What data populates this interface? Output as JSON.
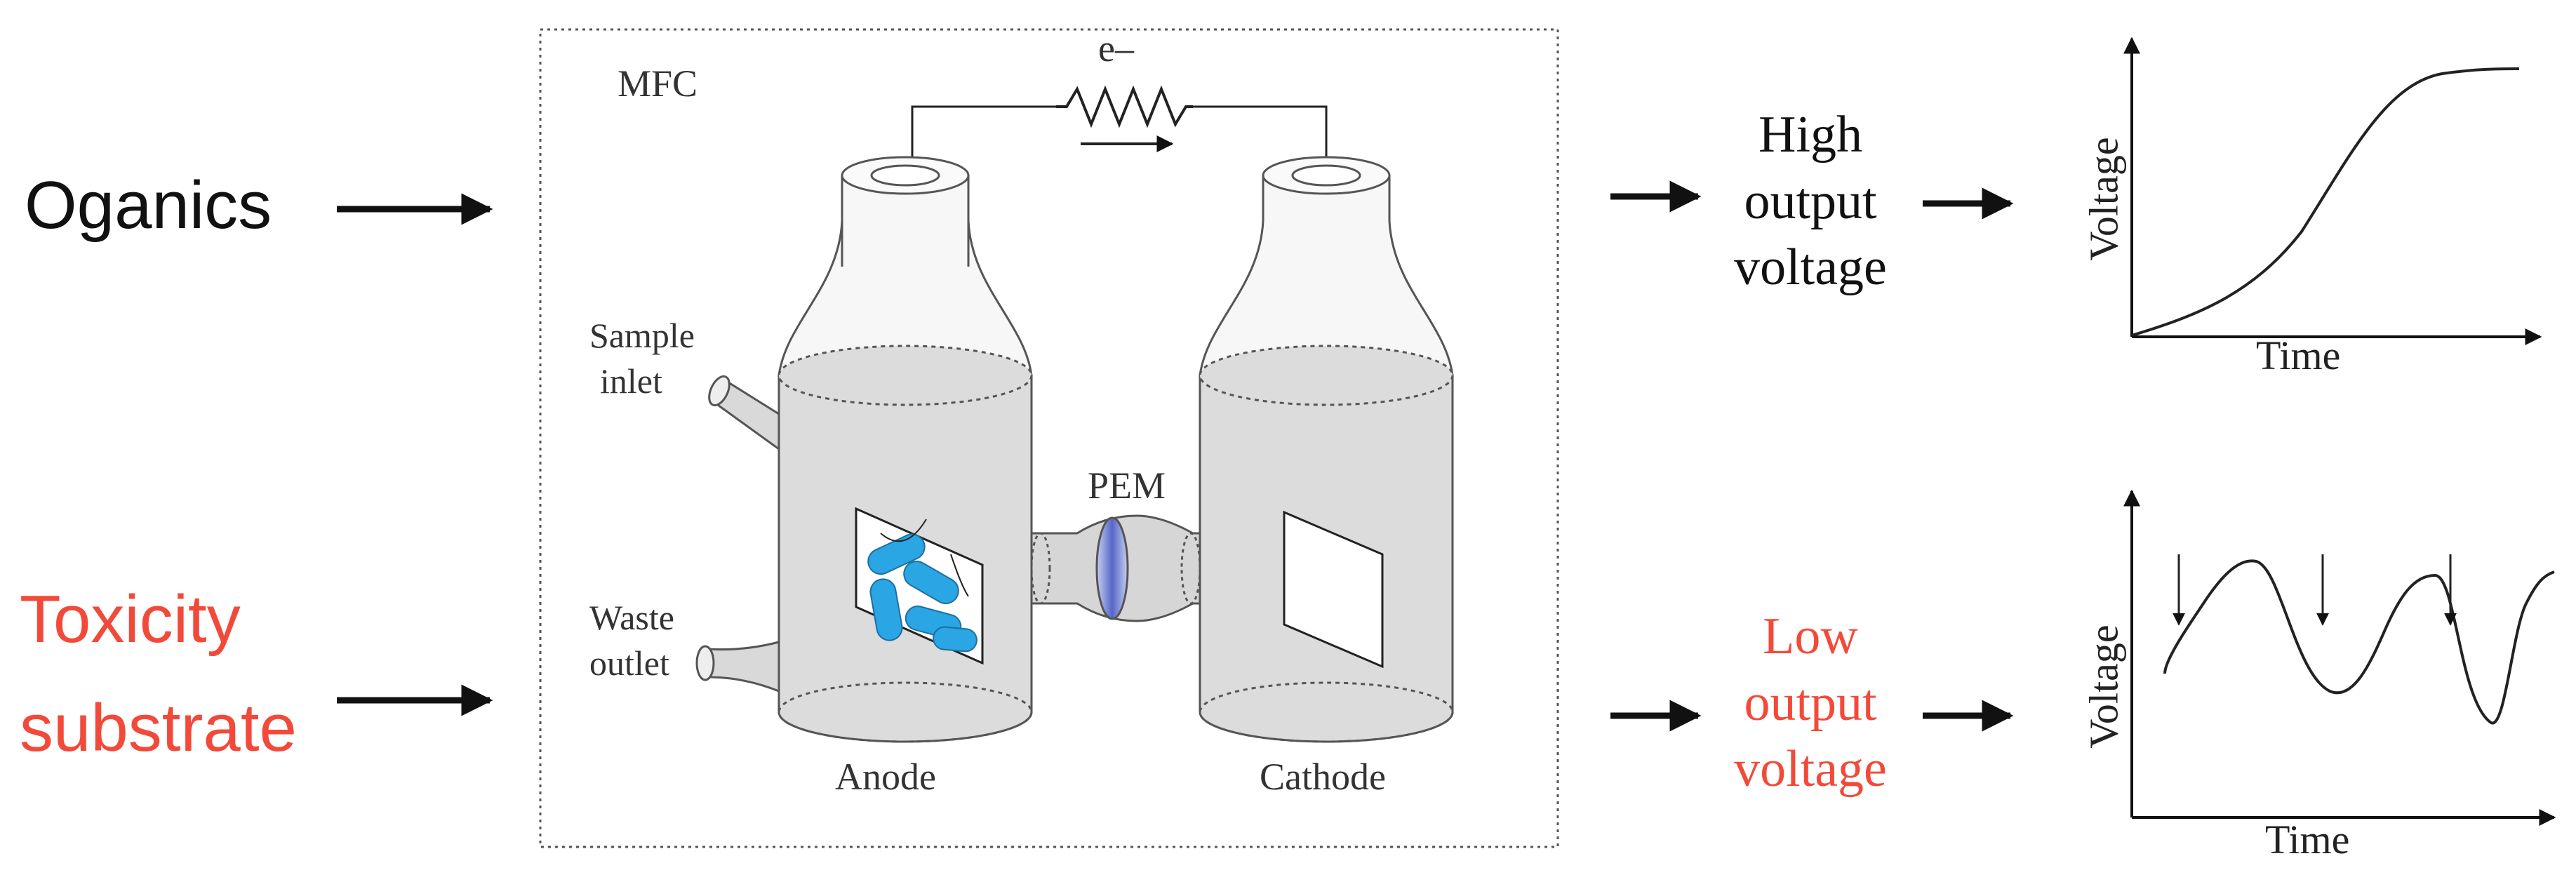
{
  "inputs": {
    "organics": "Oganics",
    "toxicity_line1": "Toxicity",
    "toxicity_line2": "substrate"
  },
  "mfc": {
    "title": "MFC",
    "electron": "e–",
    "sample_inlet_line1": "Sample",
    "sample_inlet_line2": "inlet",
    "waste_outlet_line1": "Waste",
    "waste_outlet_line2": "outlet",
    "pem": "PEM",
    "anode": "Anode",
    "cathode": "Cathode"
  },
  "outputs": {
    "high_line1": "High",
    "high_line2": "output",
    "high_line3": "voltage",
    "low_line1": "Low",
    "low_line2": "output",
    "low_line3": "voltage"
  },
  "graphs": {
    "ylabel": "Voltage",
    "xlabel": "Time"
  },
  "colors": {
    "toxic_red": "#f24a3a",
    "text_black": "#111111",
    "vessel_fill": "#dcdcdc",
    "bacteria_blue": "#29a6e3",
    "pem_blue": "#7d8fd8"
  }
}
